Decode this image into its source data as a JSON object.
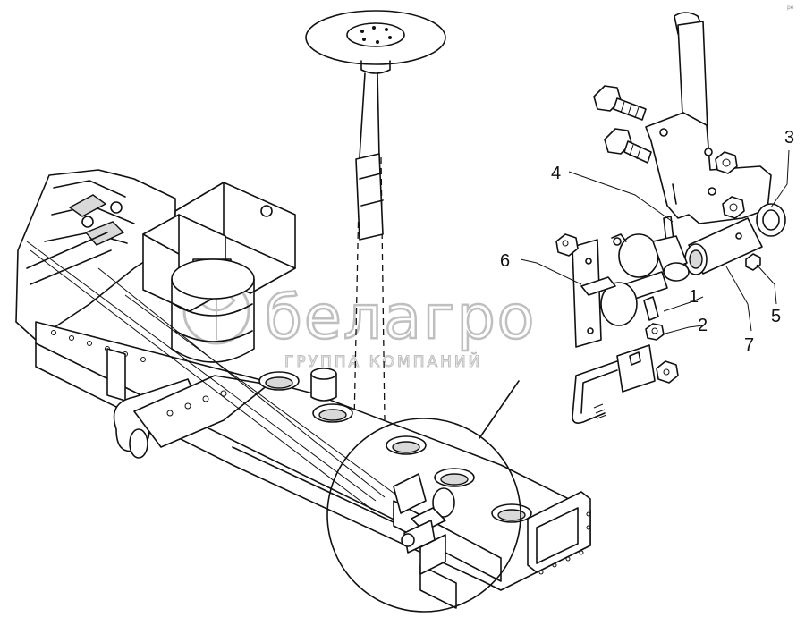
{
  "watermark": {
    "brand": "белагро",
    "subtitle": "ГРУППА КОМПАНИЙ"
  },
  "callouts": [
    {
      "id": "1",
      "label": "1"
    },
    {
      "id": "2",
      "label": "2"
    },
    {
      "id": "3",
      "label": "3"
    },
    {
      "id": "4",
      "label": "4"
    },
    {
      "id": "5",
      "label": "5"
    },
    {
      "id": "6",
      "label": "6"
    },
    {
      "id": "7",
      "label": "7"
    }
  ],
  "corner_mark": "pe"
}
